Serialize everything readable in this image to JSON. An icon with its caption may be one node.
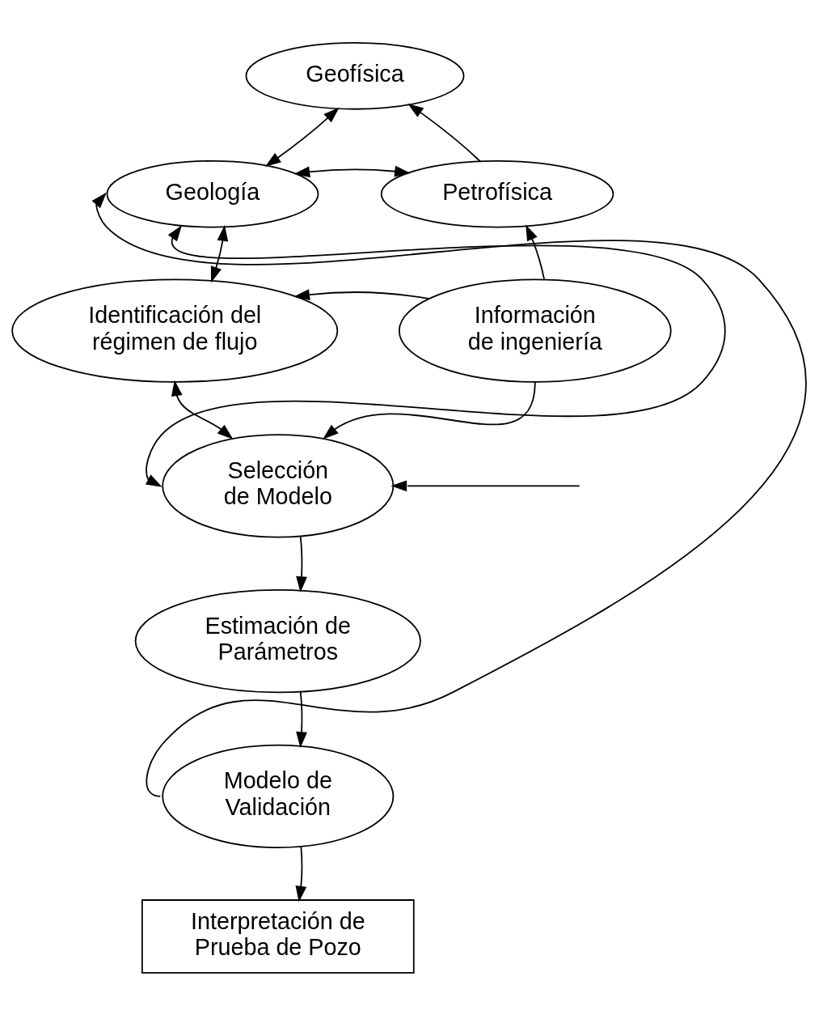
{
  "diagram": {
    "nodes": [
      {
        "text": [
          "Geofísica"
        ]
      },
      {
        "text": [
          "Geología"
        ]
      },
      {
        "text": [
          "Petrofísica"
        ]
      },
      {
        "text": [
          "Identificación del régimen de flujo"
        ]
      },
      {
        "text": [
          "Información de ingeniería"
        ]
      },
      {
        "text": [
          "Selección de Modelo"
        ]
      },
      {
        "text": [
          "Estimación de Parámetros"
        ]
      },
      {
        "text": [
          "Modelo de Validación"
        ]
      },
      {
        "text": [
          "Interpretación de Prueba de Pozo"
        ]
      }
    ],
    "edges": [
      {
        "from": 1,
        "to": 0,
        "arrow": "both"
      },
      {
        "from": 1,
        "to": 2,
        "arrow": "both"
      },
      {
        "from": 2,
        "to": 0,
        "arrow": "to"
      },
      {
        "from": 1,
        "to": 3,
        "arrow": "both"
      },
      {
        "from": 4,
        "to": 2,
        "arrow": "to"
      },
      {
        "from": 4,
        "to": 3,
        "arrow": "to"
      },
      {
        "from": 3,
        "to": 5,
        "arrow": "both"
      },
      {
        "from": 4,
        "to": 5,
        "arrow": "to"
      },
      {
        "from": 1,
        "to": 5,
        "arrow": "both"
      },
      {
        "from": null,
        "to": 5,
        "arrow": "to"
      },
      {
        "from": 5,
        "to": 6,
        "arrow": "to"
      },
      {
        "from": 6,
        "to": 7,
        "arrow": "to"
      },
      {
        "from": 7,
        "to": 1,
        "arrow": "to"
      },
      {
        "from": 7,
        "to": 8,
        "arrow": "to"
      }
    ]
  }
}
